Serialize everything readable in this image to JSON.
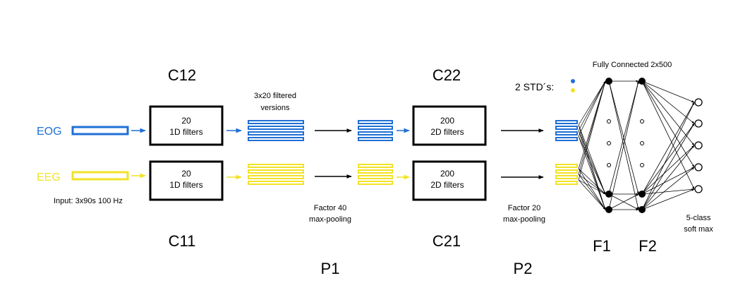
{
  "colors": {
    "eog": "#1f6fd6",
    "eeg": "#f2e227",
    "ink": "#000000",
    "background": "#ffffff"
  },
  "inputs": {
    "eog_label": "EOG",
    "eeg_label": "EEG",
    "input_note": "Input: 3x90s 100 Hz"
  },
  "layers": {
    "c12": "C12",
    "c11": "C11",
    "c22": "C22",
    "c21": "C21",
    "p1": "P1",
    "p2": "P2",
    "f1": "F1",
    "f2": "F2"
  },
  "boxes": {
    "c12_line1": "20",
    "c12_line2": "1D  filters",
    "c11_line1": "20",
    "c11_line2": "1D  filters",
    "c22_line1": "200",
    "c22_line2": "2D filters",
    "c21_line1": "200",
    "c21_line2": "2D filters"
  },
  "notes": {
    "filtered_line1": "3x20 filtered",
    "filtered_line2": "versions",
    "pool1_line1": "Factor 40",
    "pool1_line2": "max-pooling",
    "pool2_line1": "Factor 20",
    "pool2_line2": "max-pooling",
    "fully_connected": "Fully Connected 2x500",
    "stds": "2 STD´s:",
    "softmax_line1": "5-class",
    "softmax_line2": "soft max"
  }
}
